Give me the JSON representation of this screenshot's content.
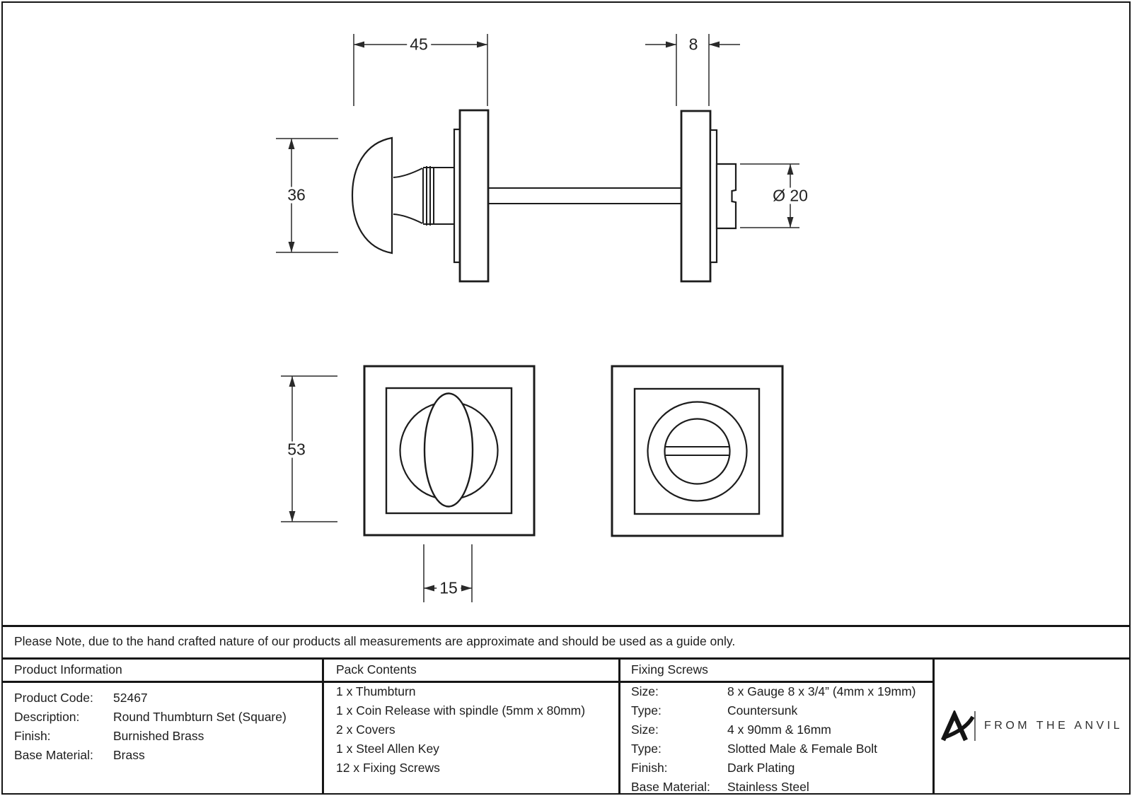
{
  "sheet": {
    "note": "Please Note, due to the hand crafted nature of our products all measurements are approximate and should be used as a guide only."
  },
  "drawing": {
    "dimensions": {
      "knob_projection": "45",
      "rose_thickness": "8",
      "knob_height": "36",
      "release_diameter": "Ø 20",
      "rose_size": "53",
      "grip_width": "15"
    }
  },
  "product_information": {
    "header": "Product Information",
    "rows": [
      {
        "label": "Product Code:",
        "value": "52467"
      },
      {
        "label": "Description:",
        "value": "Round Thumbturn Set (Square)"
      },
      {
        "label": "Finish:",
        "value": "Burnished Brass"
      },
      {
        "label": "Base Material:",
        "value": "Brass"
      }
    ]
  },
  "pack_contents": {
    "header": "Pack Contents",
    "items": [
      "1 x Thumbturn",
      "1 x Coin Release with spindle (5mm x 80mm)",
      "2 x Covers",
      "1 x Steel Allen Key",
      "12 x Fixing Screws"
    ]
  },
  "fixing_screws": {
    "header": "Fixing Screws",
    "rows": [
      {
        "label": "Size:",
        "value": "8 x Gauge 8 x 3/4” (4mm x 19mm)"
      },
      {
        "label": "Type:",
        "value": "Countersunk"
      },
      {
        "label": "Size:",
        "value": "4 x 90mm & 16mm"
      },
      {
        "label": "Type:",
        "value": "Slotted Male & Female Bolt"
      },
      {
        "label": "Finish:",
        "value": "Dark Plating"
      },
      {
        "label": "Base Material:",
        "value": "Stainless Steel"
      }
    ]
  },
  "brand": {
    "name": "FROM THE ANVIL"
  }
}
